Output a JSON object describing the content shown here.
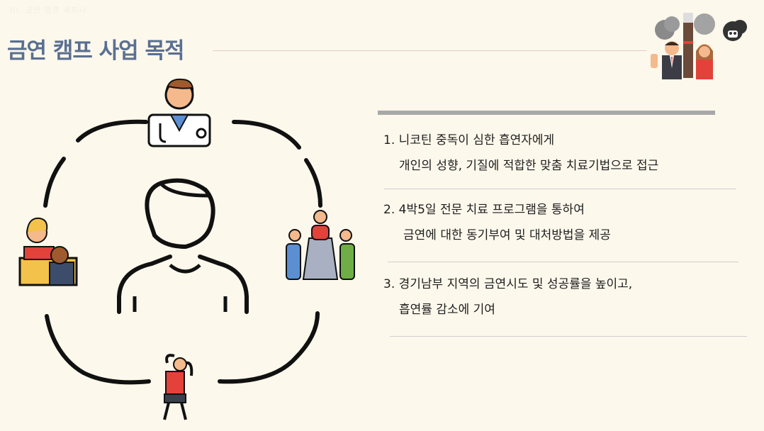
{
  "header": {
    "breadcrumb": "III. 금연 캠프 세미나"
  },
  "page": {
    "title": "금연 캠프 사업 목적"
  },
  "goals": [
    {
      "line1": "1. 니코틴 중독이 심한 흡연자에게",
      "line2": "개인의 성향, 기질에 적합한 맞춤 치료기법으로 접근"
    },
    {
      "line1": "2. 4박5일 전문 치료 프로그램을 통하여",
      "line2": "금연에 대한 동기부여 및 대처방법을 제공"
    },
    {
      "line1": "3. 경기남부 지역의 금연시도 및 성공률을 높이고,",
      "line2": "흡연률 감소에 기여"
    }
  ],
  "colors": {
    "title": "#5a6f91",
    "background": "#fdf8ec",
    "ring": "#111111",
    "skin": "#f4b98c",
    "hair_brown": "#a05a2c",
    "red": "#e2423a",
    "blue": "#5b8fd1",
    "green": "#6fae46"
  },
  "icons": [
    "doctor-icon",
    "counselor-desk-icon",
    "group-meeting-icon",
    "exercising-person-icon",
    "person-outline-icon",
    "smoking-harm-icon"
  ]
}
